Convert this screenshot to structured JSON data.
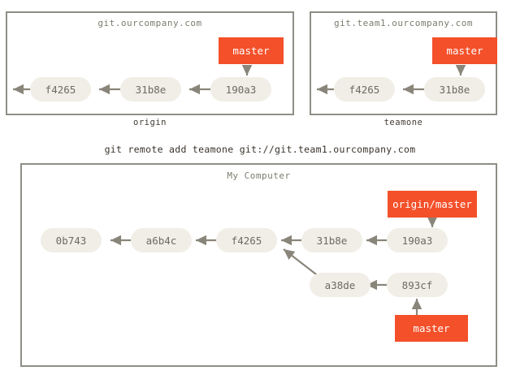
{
  "diagram": {
    "command": "git remote add teamone git://git.team1.ourcompany.com",
    "colors": {
      "ref_orange": "#f4502a",
      "commit_fill": "#f0eee6",
      "box_border": "#8f8e86",
      "arrow": "#8a857a",
      "title_text": "#7d7a6e",
      "commit_text": "#6e6a60",
      "caption_text": "#413b33"
    },
    "servers": [
      {
        "title": "git.ourcompany.com",
        "caption": "origin",
        "commits": [
          {
            "id": "f4265"
          },
          {
            "id": "31b8e"
          },
          {
            "id": "190a3"
          }
        ],
        "refs": [
          {
            "label": "master",
            "points_to": "190a3"
          }
        ]
      },
      {
        "title": "git.team1.ourcompany.com",
        "caption": "teamone",
        "commits": [
          {
            "id": "f4265"
          },
          {
            "id": "31b8e"
          }
        ],
        "refs": [
          {
            "label": "master",
            "points_to": "31b8e"
          }
        ]
      }
    ],
    "local": {
      "title": "My Computer",
      "main_line": [
        {
          "id": "0b743"
        },
        {
          "id": "a6b4c"
        },
        {
          "id": "f4265"
        },
        {
          "id": "31b8e"
        },
        {
          "id": "190a3"
        }
      ],
      "branch_line": [
        {
          "id": "a38de"
        },
        {
          "id": "893cf"
        }
      ],
      "refs": [
        {
          "label": "origin/master",
          "points_to": "190a3"
        },
        {
          "label": "master",
          "points_to": "893cf"
        }
      ]
    }
  }
}
